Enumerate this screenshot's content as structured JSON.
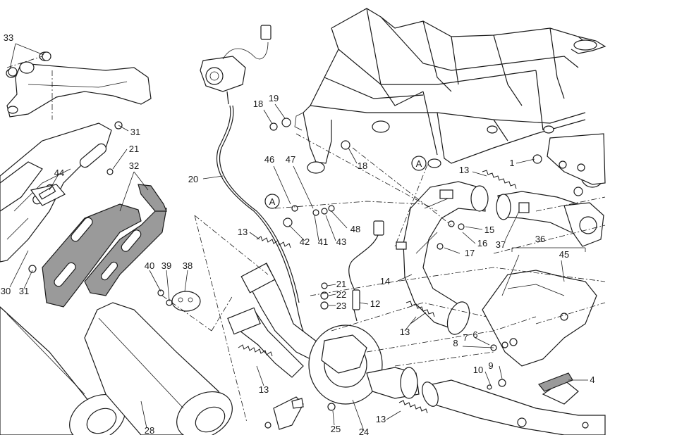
{
  "diagram": {
    "callouts": [
      {
        "id": "c33",
        "label": "33"
      },
      {
        "id": "c31a",
        "label": "31"
      },
      {
        "id": "c21a",
        "label": "21"
      },
      {
        "id": "c32",
        "label": "32"
      },
      {
        "id": "c44",
        "label": "44"
      },
      {
        "id": "c30",
        "label": "30"
      },
      {
        "id": "c31b",
        "label": "31"
      },
      {
        "id": "c40",
        "label": "40"
      },
      {
        "id": "c39",
        "label": "39"
      },
      {
        "id": "c38",
        "label": "38"
      },
      {
        "id": "c28",
        "label": "28"
      },
      {
        "id": "c20",
        "label": "20"
      },
      {
        "id": "c18a",
        "label": "18"
      },
      {
        "id": "c19",
        "label": "19"
      },
      {
        "id": "c18b",
        "label": "18"
      },
      {
        "id": "c46",
        "label": "46"
      },
      {
        "id": "c47",
        "label": "47"
      },
      {
        "id": "c48",
        "label": "48"
      },
      {
        "id": "c42",
        "label": "42"
      },
      {
        "id": "c41",
        "label": "41"
      },
      {
        "id": "c43",
        "label": "43"
      },
      {
        "id": "c13a",
        "label": "13"
      },
      {
        "id": "c21b",
        "label": "21"
      },
      {
        "id": "c22",
        "label": "22"
      },
      {
        "id": "c23",
        "label": "23"
      },
      {
        "id": "c12",
        "label": "12"
      },
      {
        "id": "c13b",
        "label": "13"
      },
      {
        "id": "c13c",
        "label": "13"
      },
      {
        "id": "c25",
        "label": "25"
      },
      {
        "id": "c24",
        "label": "24"
      },
      {
        "id": "c13d",
        "label": "13"
      },
      {
        "id": "c13e",
        "label": "13"
      },
      {
        "id": "c1",
        "label": "1"
      },
      {
        "id": "c15",
        "label": "15"
      },
      {
        "id": "c16",
        "label": "16"
      },
      {
        "id": "c17",
        "label": "17"
      },
      {
        "id": "c37",
        "label": "37"
      },
      {
        "id": "c36",
        "label": "36"
      },
      {
        "id": "c45",
        "label": "45"
      },
      {
        "id": "c14",
        "label": "14"
      },
      {
        "id": "c13f",
        "label": "13"
      },
      {
        "id": "c6",
        "label": "6"
      },
      {
        "id": "c7",
        "label": "7"
      },
      {
        "id": "c8",
        "label": "8"
      },
      {
        "id": "c9",
        "label": "9"
      },
      {
        "id": "c10",
        "label": "10"
      },
      {
        "id": "c4",
        "label": "4"
      }
    ],
    "reference_markers": [
      {
        "id": "refA1",
        "label": "A"
      },
      {
        "id": "refA2",
        "label": "A"
      }
    ]
  }
}
